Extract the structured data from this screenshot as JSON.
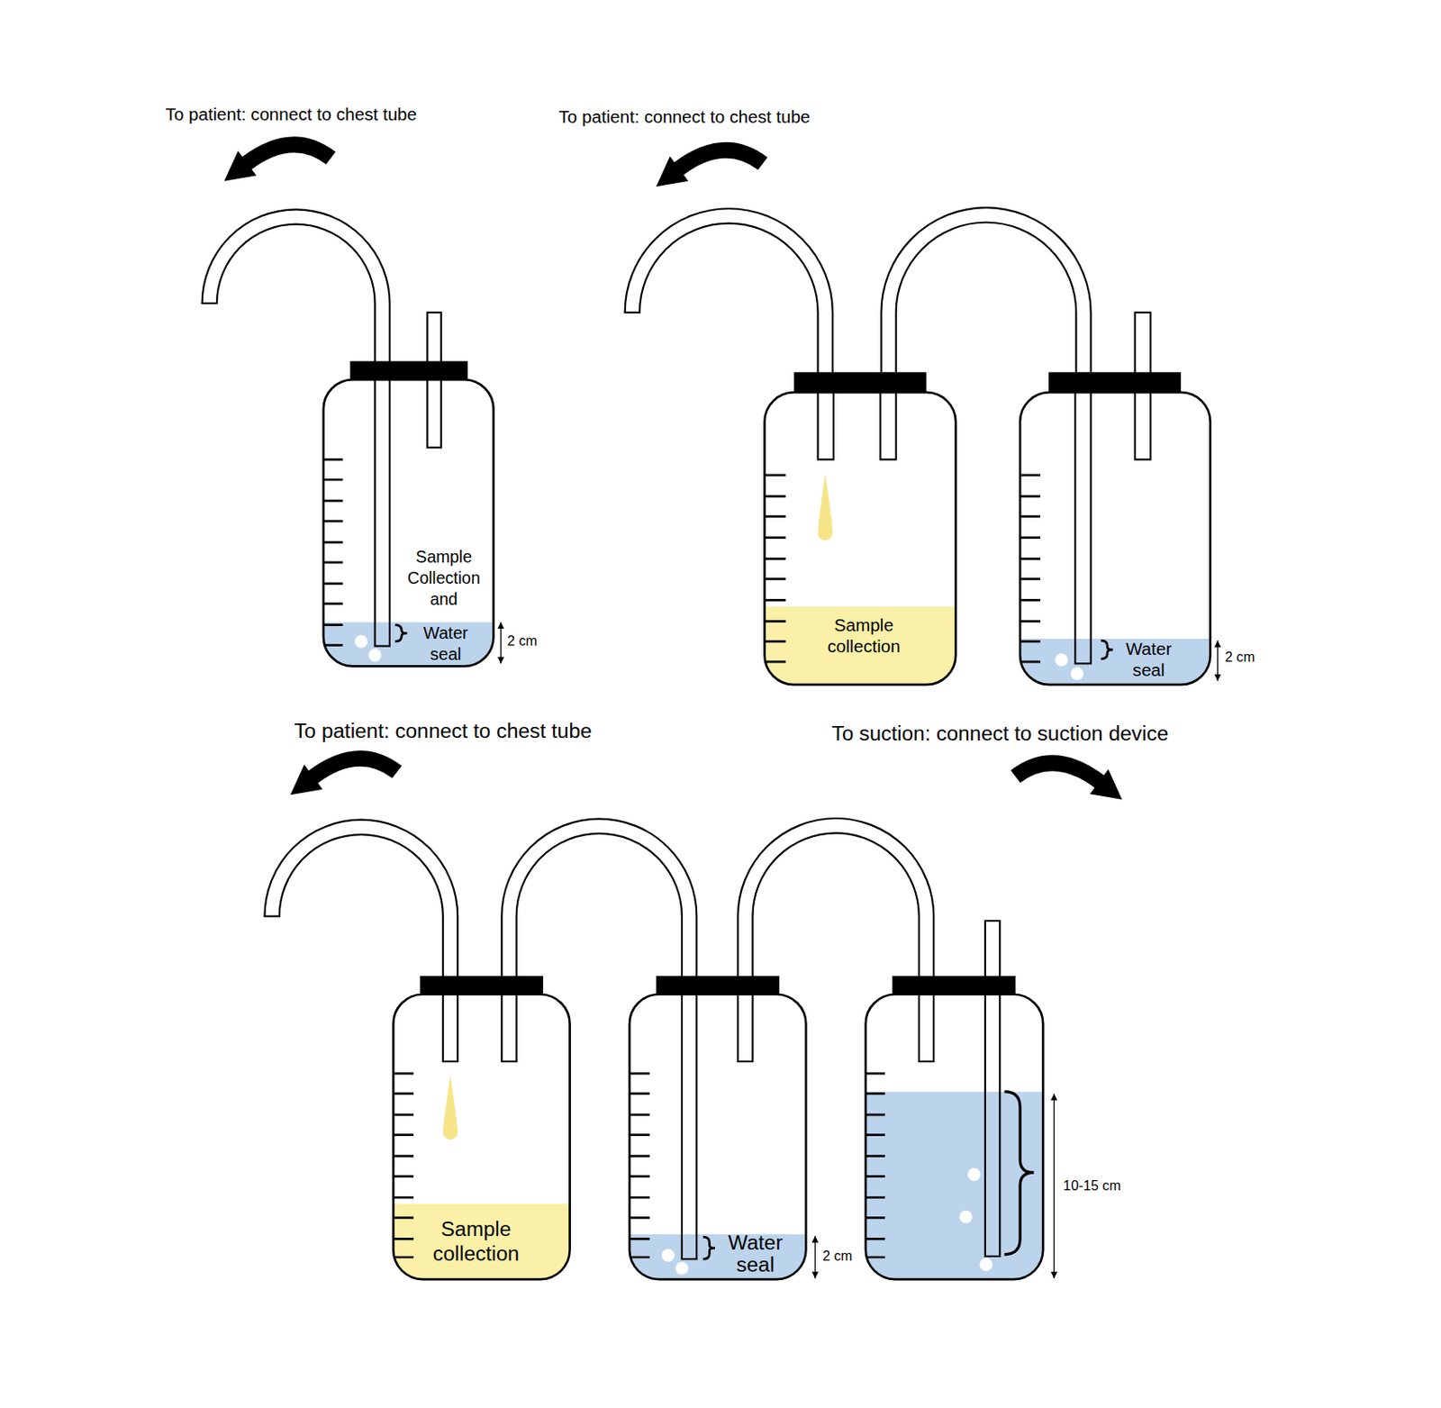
{
  "diagram": {
    "nodes": [
      {
        "text": [
          "Sample Collection and",
          "Water seal"
        ]
      },
      {
        "text": [
          "Sample collection"
        ]
      },
      {
        "text": [
          "Water seal"
        ]
      },
      {
        "text": [
          "Sample collection"
        ]
      },
      {
        "text": [
          "Water seal"
        ]
      }
    ],
    "edges": [
      {
        "from": 1,
        "to": 2,
        "arrow": "none"
      },
      {
        "from": 3,
        "to": 4,
        "arrow": "none"
      }
    ],
    "labels": [
      "To patient: connect to chest tube",
      "2 cm",
      "To patient: connect to chest tube",
      "2 cm",
      "To patient: connect to chest tube",
      "To suction: connect to suction device",
      "2 cm",
      "10-15 cm"
    ]
  }
}
